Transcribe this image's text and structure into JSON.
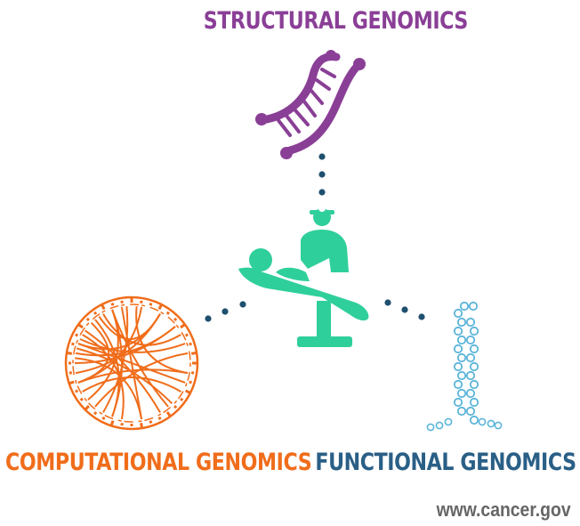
{
  "labels": {
    "structural": "STRUCTURAL GENOMICS",
    "computational": "COMPUTATIONAL GENOMICS",
    "functional": "FUNCTIONAL GENOMICS"
  },
  "website": "www.cancer.gov",
  "colors": {
    "structural": "#8a3f96",
    "computational": "#f06d1b",
    "functional": "#2a5f86",
    "patient": "#2fcf9b",
    "dots": "#1f506f",
    "molecule": "#5cb5d9"
  },
  "icons": [
    "dna-helix-icon",
    "doctor-patient-icon",
    "circos-plot-icon",
    "protein-hairpin-icon"
  ]
}
